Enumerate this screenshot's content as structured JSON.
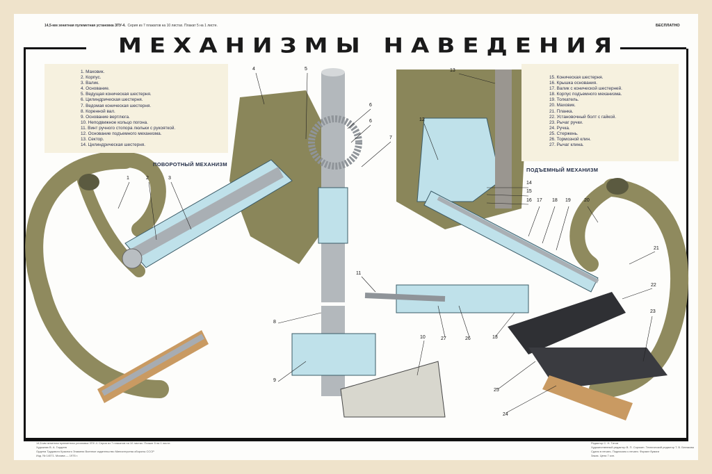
{
  "header": {
    "series_bold": "14,5-мм зенитная пулеметная установка ЗПУ-4.",
    "series_note": "Серия из 7 плакатов на 10 листах. Плакат 5 на 1 листе.",
    "price": "БЕСПЛАТНО"
  },
  "title": "МЕХАНИЗМЫ НАВЕДЕНИЯ",
  "sections": {
    "traverse": "ПОВОРОТНЫЙ МЕХАНИЗМ",
    "elevation": "ПОДЪЕМНЫЙ МЕХАНИЗМ"
  },
  "legend_left": [
    "1. Маховик.",
    "2. Корпус.",
    "3. Валик.",
    "4. Основание.",
    "5. Ведущая коническая шестерня.",
    "6. Цилиндрическая шестерня.",
    "7. Ведомая коническая шестерня.",
    "8. Коренной вал.",
    "9. Основание вертлюга.",
    "10. Неподвижное кольцо погона.",
    "11. Винт ручного стопора люльки с рукояткой.",
    "12. Основание подъемного механизма.",
    "13. Сектор.",
    "14. Цилиндрическая шестерня."
  ],
  "legend_right": [
    "15. Коническая шестерня.",
    "16. Крышка основания.",
    "17. Валик с конической шестерней.",
    "18. Корпус подъемного механизма.",
    "19. Толкатель.",
    "20. Маховик.",
    "21. Планка.",
    "22. Установочный болт с гайкой.",
    "23. Рычаг ручки.",
    "24. Ручка.",
    "25. Стержень.",
    "26. Тормозной клин.",
    "27. Рычаг клина."
  ],
  "callouts": [
    "1",
    "2",
    "3",
    "4",
    "5",
    "6",
    "6",
    "7",
    "8",
    "9",
    "10",
    "11",
    "12",
    "13",
    "13",
    "14",
    "15",
    "16",
    "17",
    "18",
    "19",
    "20",
    "21",
    "22",
    "23",
    "24",
    "25",
    "26",
    "27"
  ],
  "footer_left": [
    "14,5-мм зенитная пулеметная установка ЗПУ-4. Серия из 7 плакатов на 10 листах. Плакат 5 на 1 листе.",
    "Художник В. А. Гордеев",
    "Ордена Трудового Красного Знамени Военное издательство Министерства обороны СССР",
    "Изд. № 14071. Москва — 1976 г."
  ],
  "footer_right": [
    "Редактор С. Н. Титов",
    "Художественный редактор В. П. Сорокин. Технический редактор Т. В. Белякова",
    "Сдано в печать. Подписано к печати. Формат бумаги",
    "Заказ. Цена 7 коп."
  ],
  "colors": {
    "olive": "#8f8a5e",
    "section_blue": "#bfe1ea",
    "steel": "#a9afb4",
    "brass": "#d9b86a"
  }
}
